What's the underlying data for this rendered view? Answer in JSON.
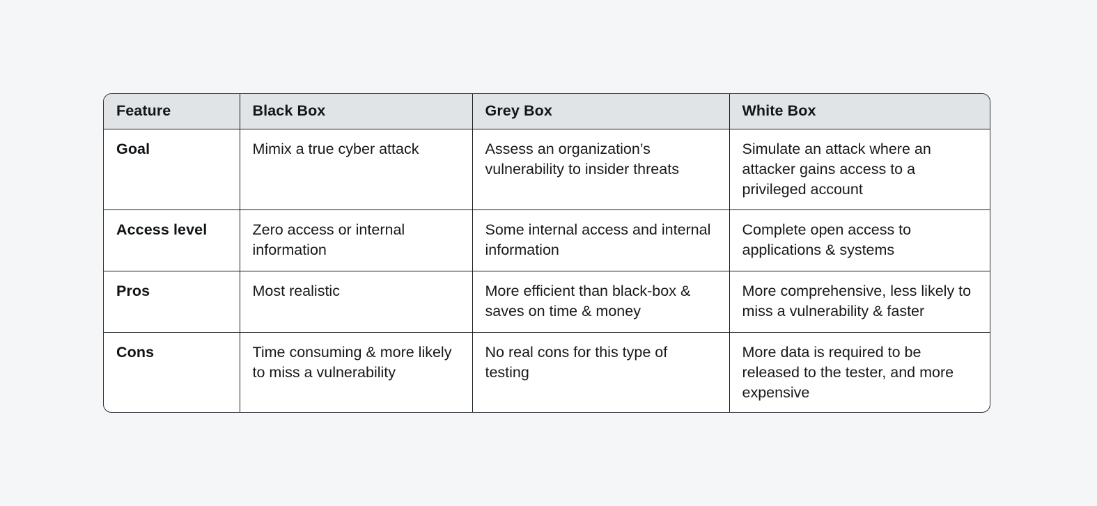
{
  "page": {
    "background_color": "#f5f6f8"
  },
  "table": {
    "name": "penetration-testing-comparison-table",
    "border_color": "#16191c",
    "header_background": "#e1e4e7",
    "text_color": "#16191c",
    "columns": [
      {
        "key": "feature",
        "label": "Feature"
      },
      {
        "key": "black_box",
        "label": "Black Box"
      },
      {
        "key": "grey_box",
        "label": "Grey Box"
      },
      {
        "key": "white_box",
        "label": "White Box"
      }
    ],
    "rows": [
      {
        "feature": "Goal",
        "black_box": "Mimix a true cyber attack",
        "grey_box": "Assess an organization’s vulnerability to insider threats",
        "white_box": "Simulate an attack where an attacker gains access to a privileged account"
      },
      {
        "feature": "Access level",
        "black_box": "Zero access or internal information",
        "grey_box": "Some internal access and internal information",
        "white_box": "Complete open access to applications & systems"
      },
      {
        "feature": "Pros",
        "black_box": "Most realistic",
        "grey_box": "More efficient than black-box & saves on time & money",
        "white_box": "More comprehensive, less likely to miss a vulnerability & faster"
      },
      {
        "feature": "Cons",
        "black_box": "Time consuming & more likely to miss a vulnerability",
        "grey_box": "No real cons for this type of testing",
        "white_box": "More data is required to be released to the tester, and more expensive"
      }
    ]
  }
}
